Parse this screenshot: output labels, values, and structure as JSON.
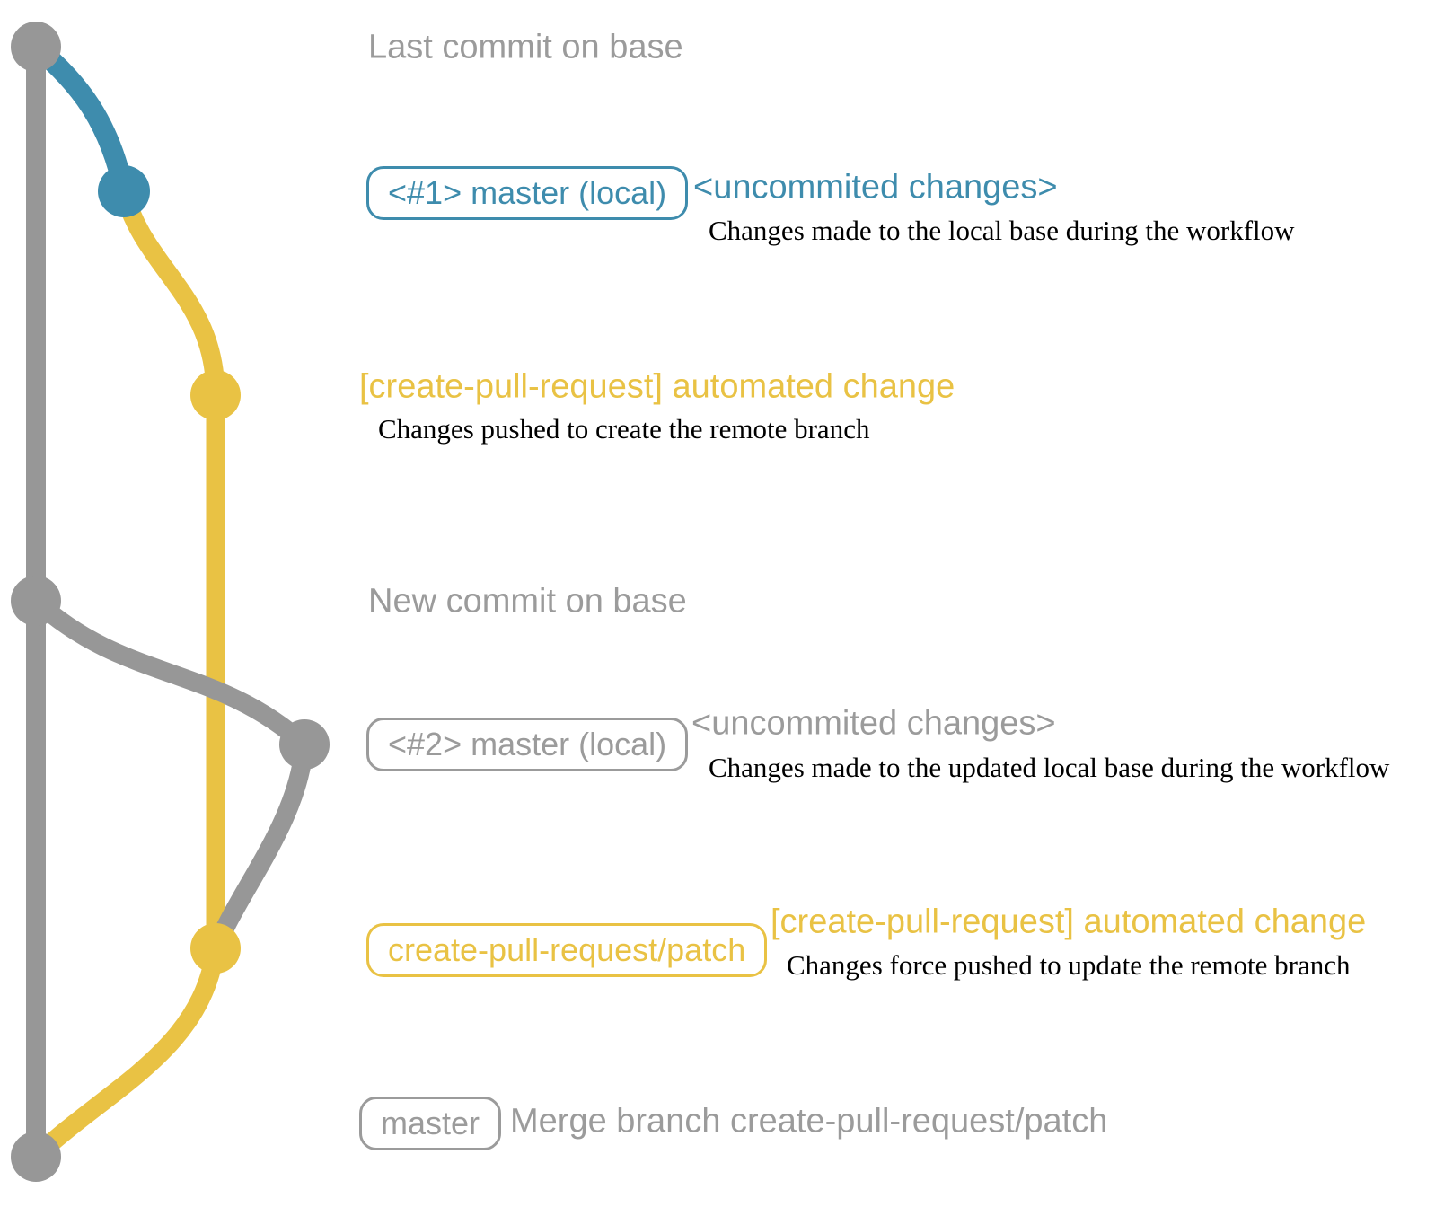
{
  "colors": {
    "gray": "#979797",
    "blue": "#3e8cad",
    "yellow": "#e9c244",
    "text_gray": "#9b9b9b",
    "caption_black": "#000000"
  },
  "rows": {
    "annotation1": "Last commit on base",
    "commit1": {
      "tag": "<#1> master (local)",
      "note": "<uncommited changes>",
      "caption": "Changes made to the local base during the workflow"
    },
    "push1": {
      "note": "[create-pull-request] automated change",
      "caption": "Changes pushed to create the remote branch"
    },
    "annotation2": "New commit on base",
    "commit2": {
      "tag": "<#2> master (local)",
      "note": "<uncommited changes>",
      "caption": "Changes made to the updated local base during the workflow"
    },
    "push2": {
      "tag": "create-pull-request/patch",
      "note": "[create-pull-request] automated change",
      "caption": "Changes force pushed to update the remote branch"
    },
    "merge": {
      "tag": "master",
      "note": "Merge branch create-pull-request/patch"
    }
  }
}
